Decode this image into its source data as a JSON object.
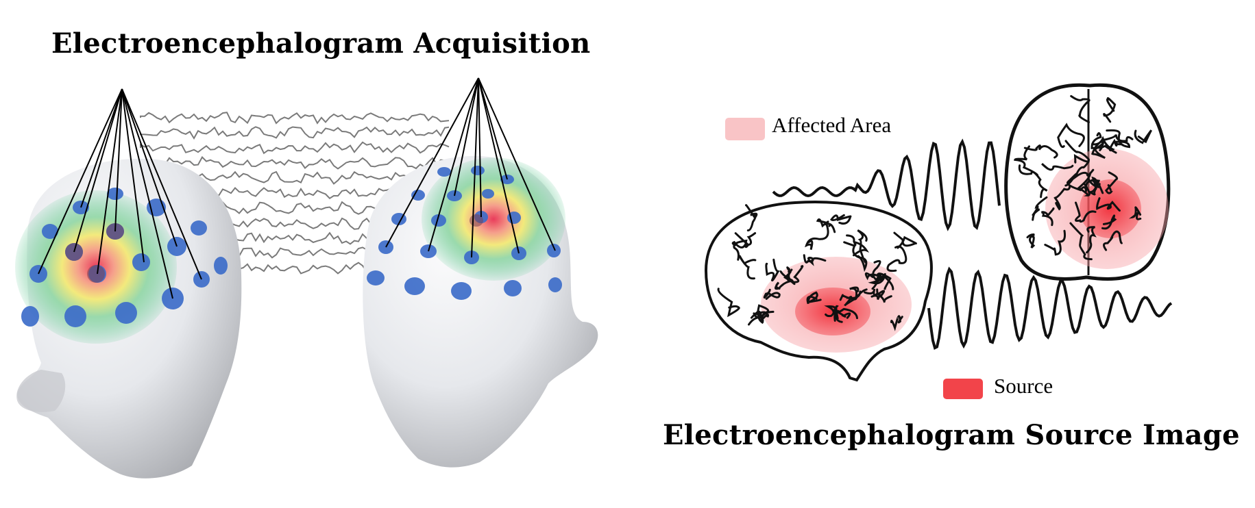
{
  "acquisition": {
    "title": "Electroencephalogram Acquisition"
  },
  "source_image": {
    "title": "Electroencephalogram Source Image",
    "legend": [
      {
        "label": "Affected Area",
        "color": "#f9c4c6"
      },
      {
        "label": "Source",
        "color": "#f2444a"
      }
    ]
  },
  "colors": {
    "electrode": "#3d6cc9",
    "head": "#e4e6ea",
    "heatmap_outer": "#6ccf9d",
    "heatmap_mid": "#f2e86a",
    "heatmap_core": "#ef4d5a",
    "signal": "#7a7a7a",
    "brain_outline": "#111111"
  }
}
